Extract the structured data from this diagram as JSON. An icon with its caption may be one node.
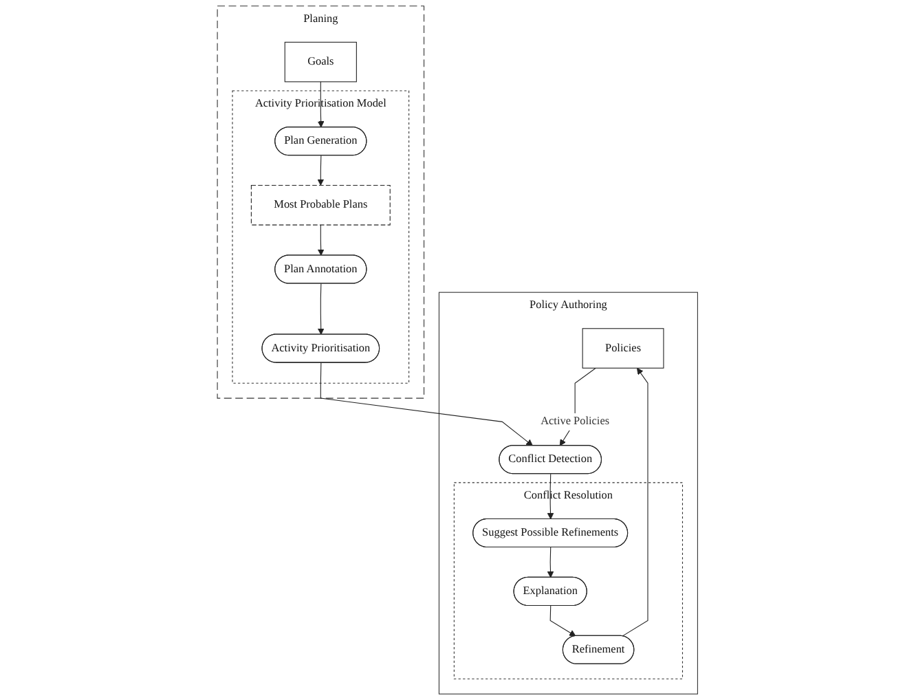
{
  "diagram": {
    "nodes": [
      {
        "text": [
          "Policy Authoring"
        ]
      },
      {
        "text": [
          "Planing"
        ]
      },
      {
        "text": [
          "Policies"
        ],
        "in": 0
      },
      {
        "text": [
          "Conflict Detection"
        ],
        "in": 0
      },
      {
        "text": [
          "Conflict Resolution"
        ],
        "in": 0
      },
      {
        "text": [
          "Suggest Possible Refinements"
        ],
        "in": 4
      },
      {
        "text": [
          "Explanation"
        ],
        "in": 4
      },
      {
        "text": [
          "Refinement"
        ],
        "in": 4
      },
      {
        "text": [
          "Goals"
        ],
        "in": 1
      },
      {
        "text": [
          "Activity Prioritisation Model"
        ],
        "in": 1
      },
      {
        "text": [
          "Plan Generation"
        ],
        "in": 9
      },
      {
        "text": [
          "Most Probable Plans"
        ],
        "in": 9
      },
      {
        "text": [
          "Plan Annotation"
        ],
        "in": 9
      },
      {
        "text": [
          "Activity Prioritisation"
        ],
        "in": 9
      }
    ],
    "edges": [
      {
        "from": 2,
        "to": 3,
        "arrow": "to",
        "label": "Active Policies"
      },
      {
        "from": 3,
        "to": 5,
        "arrow": "to"
      },
      {
        "from": 5,
        "to": 6,
        "arrow": "to"
      },
      {
        "from": 6,
        "to": 7,
        "arrow": "to"
      },
      {
        "from": 7,
        "to": 2,
        "arrow": "to"
      },
      {
        "from": 8,
        "to": 10,
        "arrow": "to"
      },
      {
        "from": 10,
        "to": 11,
        "arrow": "to"
      },
      {
        "from": 11,
        "to": 12,
        "arrow": "to"
      },
      {
        "from": 12,
        "to": 13,
        "arrow": "to"
      },
      {
        "from": 13,
        "to": 3,
        "arrow": "to"
      }
    ]
  }
}
